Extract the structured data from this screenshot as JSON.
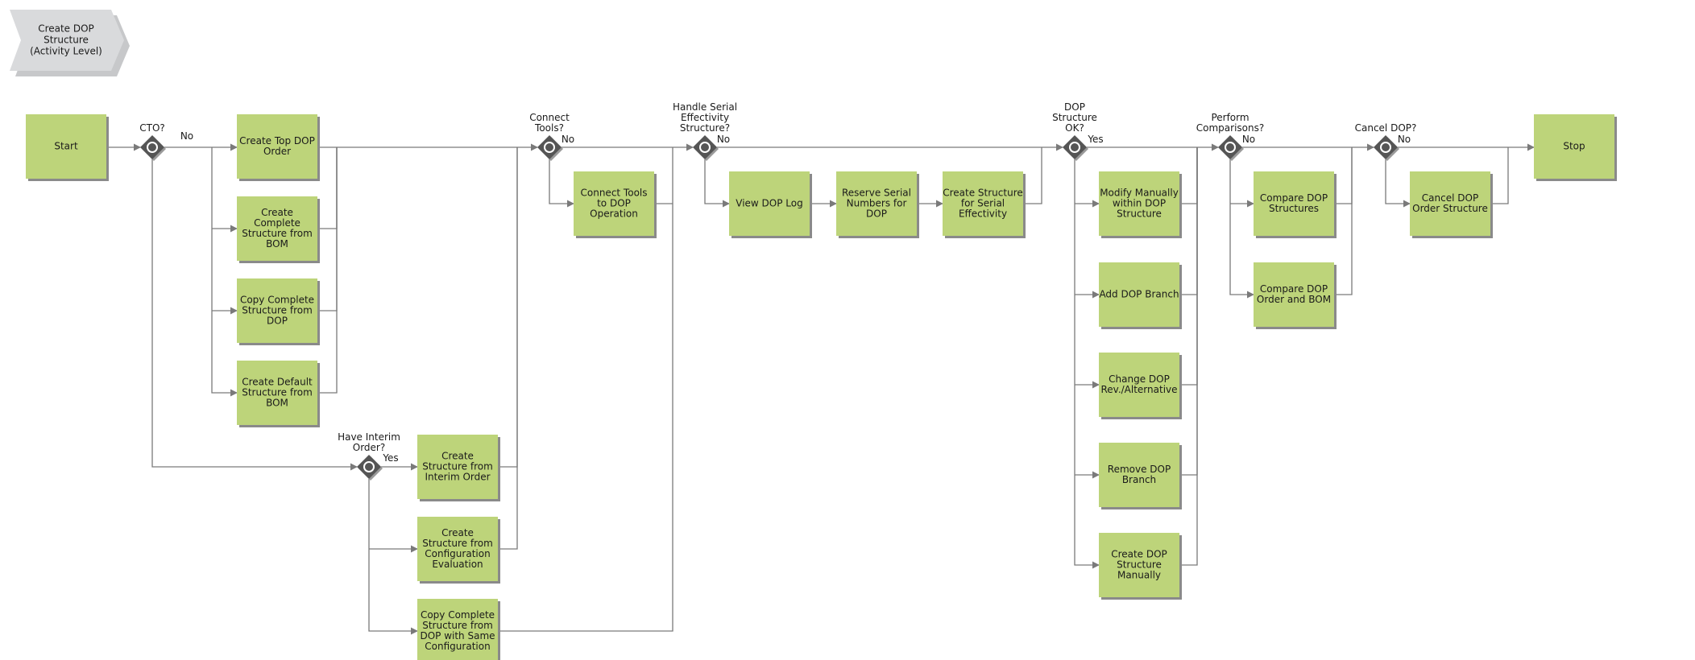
{
  "title": "Create DOP Structure (Activity Level)",
  "title_lines": [
    "Create DOP",
    "Structure",
    "(Activity Level)"
  ],
  "colors": {
    "activity_fill": "#bdd47a",
    "activity_shadow": "#8a8a8a",
    "gateway_fill": "#555555",
    "line": "#7a7a7a",
    "title_fill": "#d9dadc"
  },
  "activities": {
    "start": [
      "Start"
    ],
    "create_top_dop_order": [
      "Create Top DOP",
      "Order"
    ],
    "create_complete_structure_bom": [
      "Create",
      "Complete",
      "Structure from",
      "BOM"
    ],
    "copy_complete_structure_dop": [
      "Copy Complete",
      "Structure from",
      "DOP"
    ],
    "create_default_structure_bom": [
      "Create Default",
      "Structure from",
      "BOM"
    ],
    "create_structure_interim_order": [
      "Create",
      "Structure from",
      "Interim Order"
    ],
    "create_structure_config_eval": [
      "Create",
      "Structure from",
      "Configuration",
      "Evaluation"
    ],
    "copy_complete_structure_same_config": [
      "Copy Complete",
      "Structure from",
      "DOP with Same",
      "Configuration"
    ],
    "connect_tools_dop_operation": [
      "Connect Tools",
      "to DOP",
      "Operation"
    ],
    "view_dop_log": [
      "View DOP Log"
    ],
    "reserve_serial_numbers": [
      "Reserve Serial",
      "Numbers for",
      "DOP"
    ],
    "create_structure_serial_effectivity": [
      "Create Structure",
      "for Serial",
      "Effectivity"
    ],
    "modify_manually": [
      "Modify Manually",
      "within DOP",
      "Structure"
    ],
    "add_dop_branch": [
      "Add DOP Branch"
    ],
    "change_dop_rev": [
      "Change DOP",
      "Rev./Alternative"
    ],
    "remove_dop_branch": [
      "Remove DOP",
      "Branch"
    ],
    "create_dop_structure_manually": [
      "Create DOP",
      "Structure",
      "Manually"
    ],
    "compare_dop_structures": [
      "Compare DOP",
      "Structures"
    ],
    "compare_dop_order_bom": [
      "Compare DOP",
      "Order and BOM"
    ],
    "cancel_dop_order_structure": [
      "Cancel DOP",
      "Order Structure"
    ],
    "stop": [
      "Stop"
    ]
  },
  "gateways": {
    "cto": [
      "CTO?"
    ],
    "have_interim_order": [
      "Have Interim",
      "Order?"
    ],
    "connect_tools": [
      "Connect",
      "Tools?"
    ],
    "handle_serial_effectivity": [
      "Handle Serial",
      "Effectivity",
      "Structure?"
    ],
    "dop_structure_ok": [
      "DOP",
      "Structure",
      "OK?"
    ],
    "perform_comparisons": [
      "Perform",
      "Comparisons?"
    ],
    "cancel_dop": [
      "Cancel DOP?"
    ]
  },
  "edge_labels": {
    "cto_no": "No",
    "interim_yes": "Yes",
    "connect_tools_no": "No",
    "serial_no": "No",
    "dop_ok_yes": "Yes",
    "comparisons_no": "No",
    "cancel_no": "No"
  }
}
